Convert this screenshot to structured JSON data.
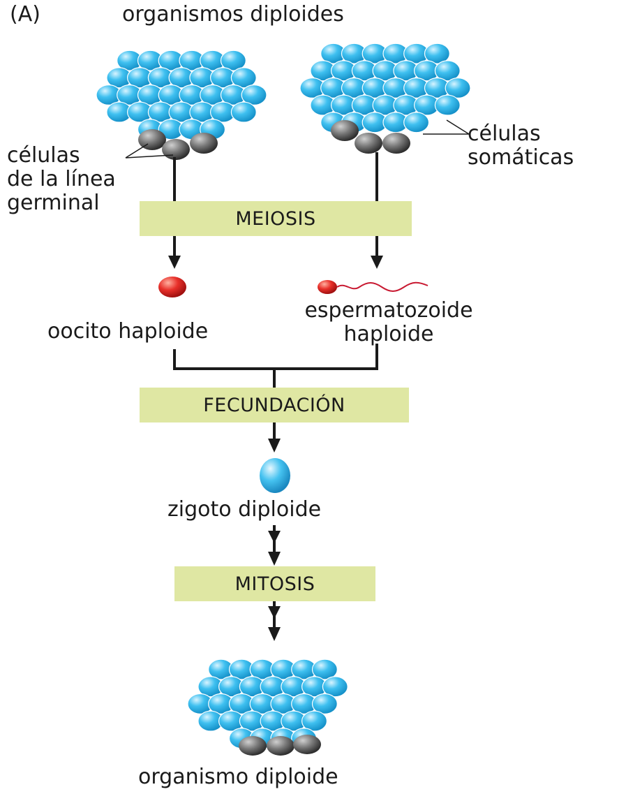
{
  "labels": {
    "panel": "(A)",
    "title": "organismos diploides",
    "germline": [
      "células",
      "de la línea",
      "germinal"
    ],
    "somatic": [
      "células",
      "somáticas"
    ],
    "oocyte": "oocito haploide",
    "sperm": [
      "espermatozoide",
      "haploide"
    ],
    "zygote": "zigoto diploide",
    "final": "organismo diploide"
  },
  "steps": {
    "meiosis": "MEIOSIS",
    "fertilization": "FECUNDACIÓN",
    "mitosis": "MITOSIS"
  },
  "colors": {
    "cell_blue": "#2fb6ea",
    "germ_gray": "#6b6b6b",
    "egg_red": "#e02a2a",
    "box_green": "#dfe7a3",
    "arrow": "#1a1a1a"
  }
}
